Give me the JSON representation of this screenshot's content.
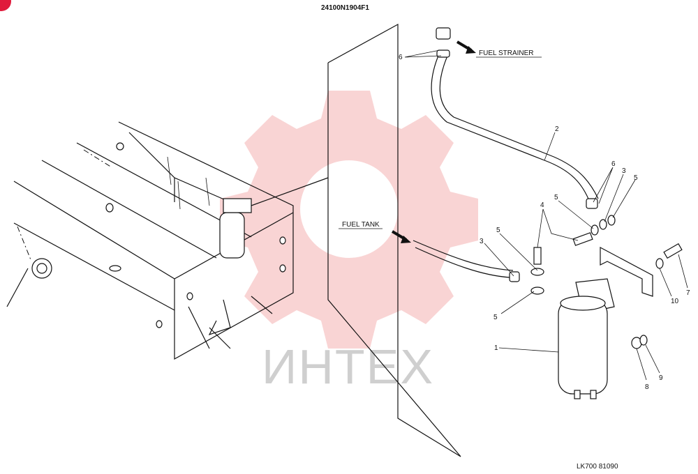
{
  "header": {
    "drawing_code": "24100N1904F1"
  },
  "footer": {
    "sheet_ref": "LK700 81090"
  },
  "watermark": {
    "text": "ИНТЕХ",
    "color": "#f2a0a0"
  },
  "callouts": {
    "fuel_strainer": "FUEL STRAINER",
    "fuel_tank": "FUEL TANK"
  },
  "part_numbers": {
    "p1": "1",
    "p2": "2",
    "p3_top": "3",
    "p3_left": "3",
    "p4": "4",
    "p5_top_a": "5",
    "p5_top_b": "5",
    "p5_mid": "5",
    "p5_low": "5",
    "p6_top": "6",
    "p6_right": "6",
    "p7": "7",
    "p8": "8",
    "p9": "9",
    "p10": "10"
  },
  "icons": {
    "corner_badge": "red-corner-badge-icon"
  }
}
